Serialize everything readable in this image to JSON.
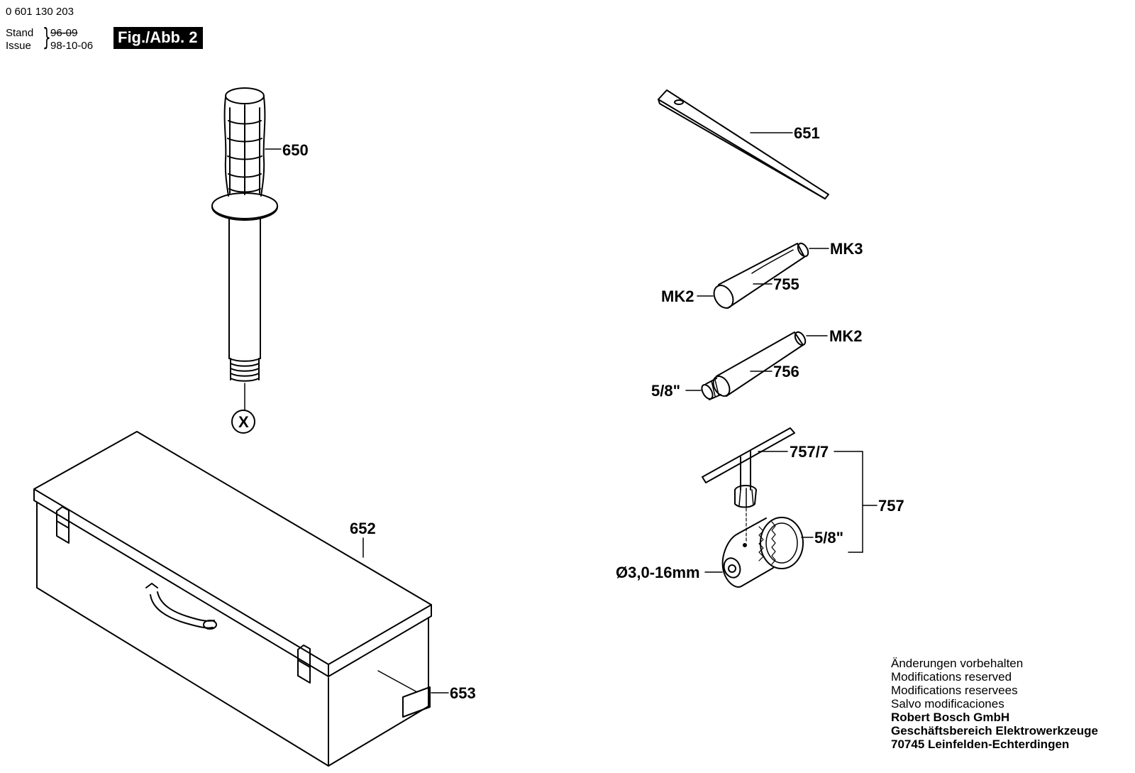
{
  "header": {
    "document_number": "0 601 130 203",
    "stand_label": "Stand",
    "issue_label": "Issue",
    "stand_value": "96-09",
    "issue_value": "98-10-06",
    "figure_badge": "Fig./Abb. 2"
  },
  "parts": {
    "p650": "650",
    "p651": "651",
    "p652": "652",
    "p653": "653",
    "p755": "755",
    "p756": "756",
    "p757": "757",
    "p757_7": "757/7",
    "mk3": "MK3",
    "mk2_left": "MK2",
    "mk2_right": "MK2",
    "thread_756": "5/8\"",
    "thread_757": "5/8\"",
    "diameter": "Ø3,0-16mm",
    "connector_x": "X"
  },
  "footer": {
    "lines": [
      "Änderungen vorbehalten",
      "Modifications reserved",
      "Modifications reservees",
      "Salvo modificaciones"
    ],
    "company": "Robert Bosch GmbH",
    "division": "Geschäftsbereich Elektrowerkzeuge",
    "address": "70745 Leinfelden-Echterdingen"
  }
}
